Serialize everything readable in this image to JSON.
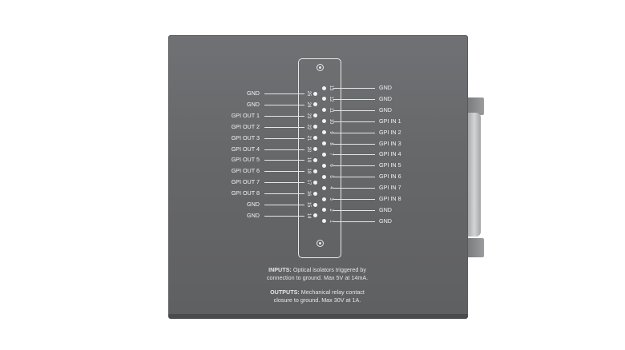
{
  "connector": {
    "top_row": [
      {
        "pin": "13",
        "label": "GND"
      },
      {
        "pin": "12",
        "label": "GND"
      },
      {
        "pin": "11",
        "label": "GND"
      },
      {
        "pin": "10",
        "label": "GPI IN 1"
      },
      {
        "pin": "9",
        "label": "GPI IN 2"
      },
      {
        "pin": "8",
        "label": "GPI IN 3"
      },
      {
        "pin": "7",
        "label": "GPI IN 4"
      },
      {
        "pin": "6",
        "label": "GPI IN 5"
      },
      {
        "pin": "5",
        "label": "GPI IN 6"
      },
      {
        "pin": "4",
        "label": "GPI IN 7"
      },
      {
        "pin": "3",
        "label": "GPI IN 8"
      },
      {
        "pin": "2",
        "label": "GND"
      },
      {
        "pin": "1",
        "label": "GND"
      }
    ],
    "bottom_row": [
      {
        "pin": "25",
        "label": "GND"
      },
      {
        "pin": "24",
        "label": "GND"
      },
      {
        "pin": "23",
        "label": "GPI OUT 1"
      },
      {
        "pin": "22",
        "label": "GPI OUT 2"
      },
      {
        "pin": "21",
        "label": "GPI OUT 3"
      },
      {
        "pin": "20",
        "label": "GPI OUT 4"
      },
      {
        "pin": "19",
        "label": "GPI OUT 5"
      },
      {
        "pin": "18",
        "label": "GPI OUT 6"
      },
      {
        "pin": "17",
        "label": "GPI OUT 7"
      },
      {
        "pin": "16",
        "label": "GPI OUT 8"
      },
      {
        "pin": "15",
        "label": "GND"
      },
      {
        "pin": "14",
        "label": "GND"
      }
    ]
  },
  "notes": {
    "inputs_heading": "INPUTS:",
    "inputs_text_1": " Optical isolators triggered by",
    "inputs_text_2": "connection to ground. Max 5V at 14mA.",
    "outputs_heading": "OUTPUTS:",
    "outputs_text_1": " Mechanical relay contact",
    "outputs_text_2": "closure to ground. Max 30V at 1A."
  },
  "colors": {
    "device_body": "#666769",
    "line_work": "#e8e8e8",
    "background": "#ffffff"
  }
}
